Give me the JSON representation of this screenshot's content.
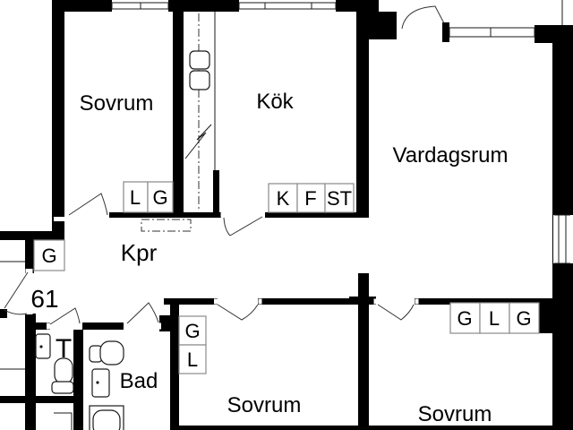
{
  "floorplan": {
    "apartment_number": "61",
    "rooms": {
      "bedroom_top_left": "Sovrum",
      "kitchen": "Kök",
      "living_room": "Vardagsrum",
      "hall": "Kpr",
      "toilet": "T",
      "bathroom": "Bad",
      "bedroom_bottom_middle": "Sovrum",
      "bedroom_bottom_right": "Sovrum"
    },
    "closets": {
      "hall_g": "G",
      "bedroom_top_l": "L",
      "bedroom_top_g": "G",
      "kitchen_k": "K",
      "kitchen_f": "F",
      "kitchen_st": "ST",
      "bedroom_mid_g": "G",
      "bedroom_mid_l": "L",
      "bedroom_right_g1": "G",
      "bedroom_right_l": "L",
      "bedroom_right_g2": "G"
    },
    "colors": {
      "wall": "#000000",
      "background": "#ffffff",
      "closet_outline": "#8a8a8a"
    }
  }
}
